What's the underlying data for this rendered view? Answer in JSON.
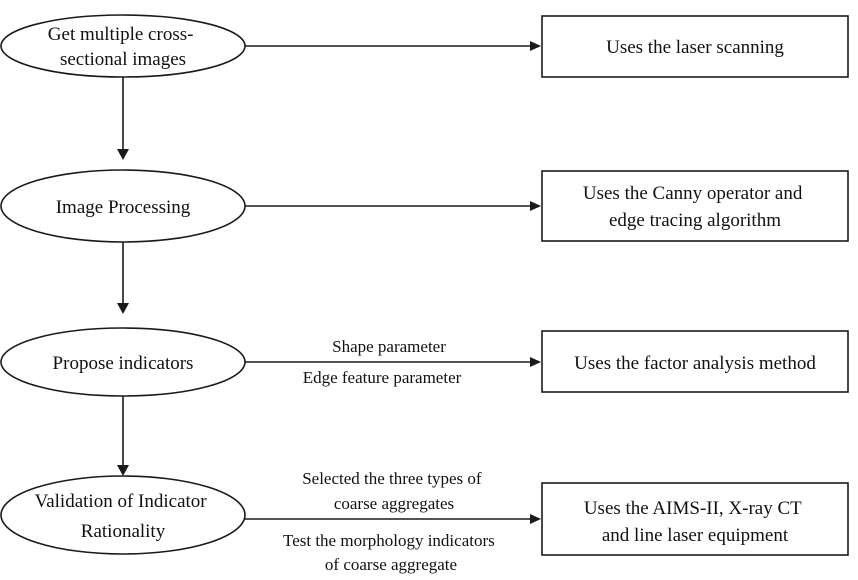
{
  "steps": [
    {
      "lines": [
        "Get multiple cross-",
        "sectional images"
      ]
    },
    {
      "lines": [
        "Image Processing"
      ]
    },
    {
      "lines": [
        "Propose indicators"
      ]
    },
    {
      "lines": [
        "Validation of Indicator",
        "Rationality"
      ]
    }
  ],
  "methods": [
    {
      "lines": [
        "Uses the laser scanning"
      ]
    },
    {
      "lines": [
        "Uses the Canny operator and",
        "edge tracing algorithm"
      ]
    },
    {
      "lines": [
        "Uses the factor analysis method"
      ]
    },
    {
      "lines": [
        "Uses the AIMS-II, X-ray CT",
        "and line laser equipment"
      ]
    }
  ],
  "edge_labels": {
    "indicators_above": [
      "Shape parameter"
    ],
    "indicators_below": [
      "Edge feature parameter"
    ],
    "validation_above": [
      "Selected the three types of",
      "coarse aggregates"
    ],
    "validation_below": [
      "Test the morphology  indicators",
      "of coarse aggregate"
    ]
  }
}
